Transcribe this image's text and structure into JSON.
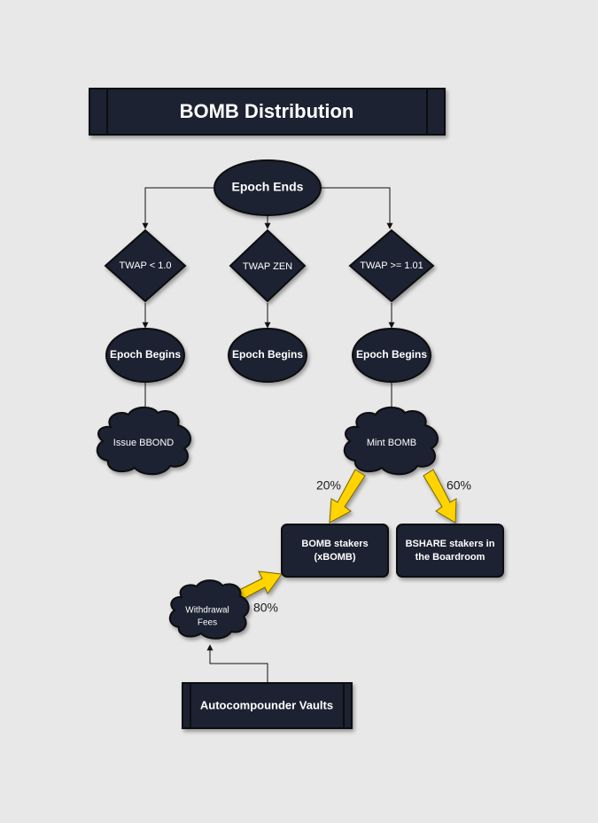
{
  "title": "BOMB Distribution",
  "nodes": {
    "epoch_ends": "Epoch Ends",
    "twap_low": "TWAP < 1.0",
    "twap_zen": "TWAP ZEN",
    "twap_high": "TWAP >= 1.01",
    "epoch_begins_1": "Epoch Begins",
    "epoch_begins_2": "Epoch Begins",
    "epoch_begins_3": "Epoch Begins",
    "issue_bbond": "Issue BBOND",
    "mint_bomb": "Mint BOMB",
    "bomb_stakers_line1": "BOMB stakers",
    "bomb_stakers_line2": "(xBOMB)",
    "bshare_stakers_line1": "BSHARE stakers in",
    "bshare_stakers_line2": "the Boardroom",
    "withdrawal_fees_line1": "Withdrawal",
    "withdrawal_fees_line2": "Fees",
    "autocompounder": "Autocompounder Vaults"
  },
  "percentages": {
    "to_bomb_stakers": "20%",
    "to_bshare_stakers": "60%",
    "fees_to_bomb_stakers": "80%"
  },
  "colors": {
    "background": "#e8e8e8",
    "node_fill": "#1e2130",
    "arrow_yellow": "#ffd400",
    "text_light": "#ffffff"
  }
}
